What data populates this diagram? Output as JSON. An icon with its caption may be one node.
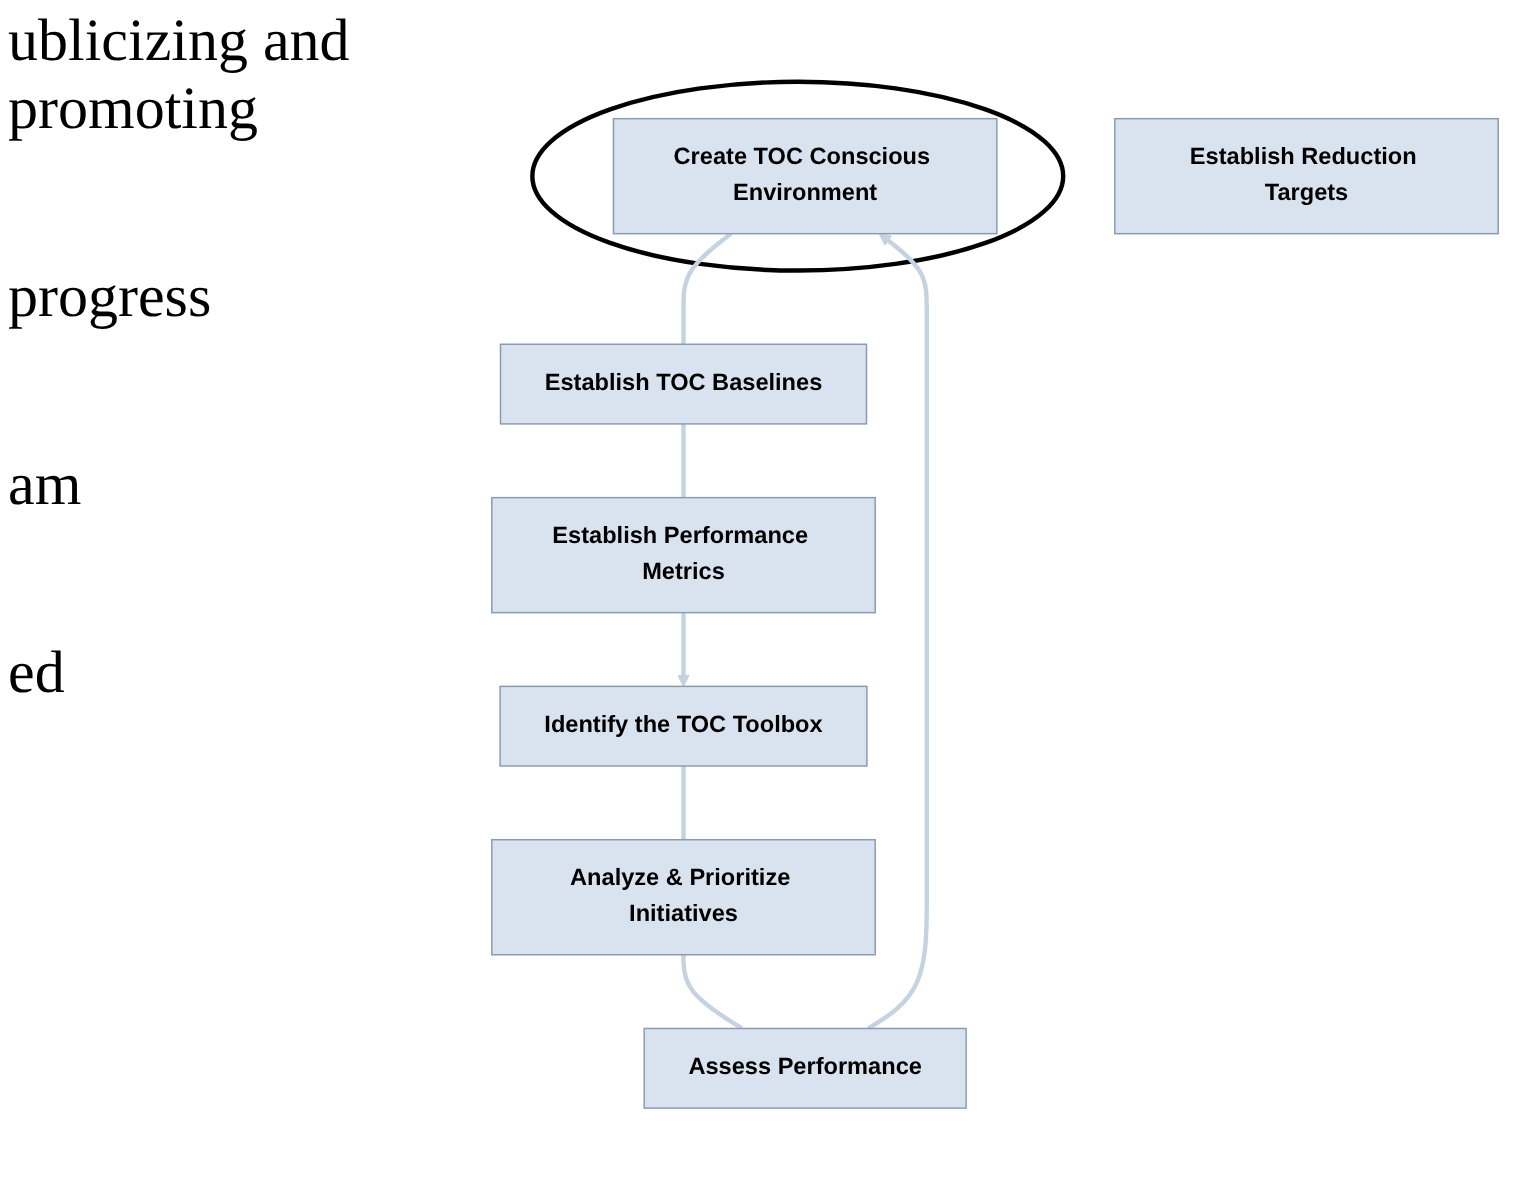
{
  "diagram": {
    "nodes": [
      {
        "text": [],
        "shape": "circle"
      },
      {
        "text": [
          "Create TOC Conscious Environment"
        ],
        "in": 0
      },
      {
        "text": [
          "Establish TOC Baselines"
        ]
      },
      {
        "text": [
          "Establish Reduction Targets"
        ]
      },
      {
        "text": [
          "Establish Performance Metrics"
        ]
      },
      {
        "text": [
          "Identify the TOC Toolbox"
        ]
      },
      {
        "text": [
          "Analyze & Prioritize Initiatives"
        ]
      },
      {
        "text": [
          "Assess Performance"
        ]
      }
    ],
    "edges": [
      {
        "from": 1,
        "to": 2,
        "arrow": "none"
      },
      {
        "from": 2,
        "to": 4,
        "arrow": "none"
      },
      {
        "from": 4,
        "to": 5,
        "arrow": "to"
      },
      {
        "from": 5,
        "to": 6,
        "arrow": "none"
      },
      {
        "from": 6,
        "to": 7,
        "arrow": "none"
      },
      {
        "from": 7,
        "to": 1,
        "arrow": "to"
      }
    ],
    "labels": [
      "ublicizing and promoting",
      "progress",
      "am",
      "ed"
    ]
  }
}
